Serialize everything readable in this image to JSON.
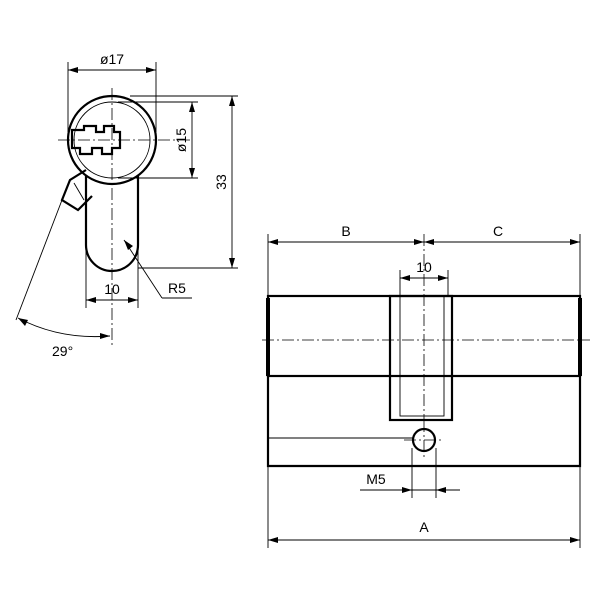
{
  "drawing": {
    "labels": {
      "diameter_17": "ø17",
      "diameter_15": "ø15",
      "height_33": "33",
      "width_10_left": "10",
      "radius_r5": "R5",
      "angle_29": "29°",
      "dim_b": "B",
      "dim_c": "C",
      "width_10_right": "10",
      "thread_m5": "M5",
      "dim_a": "A"
    }
  }
}
